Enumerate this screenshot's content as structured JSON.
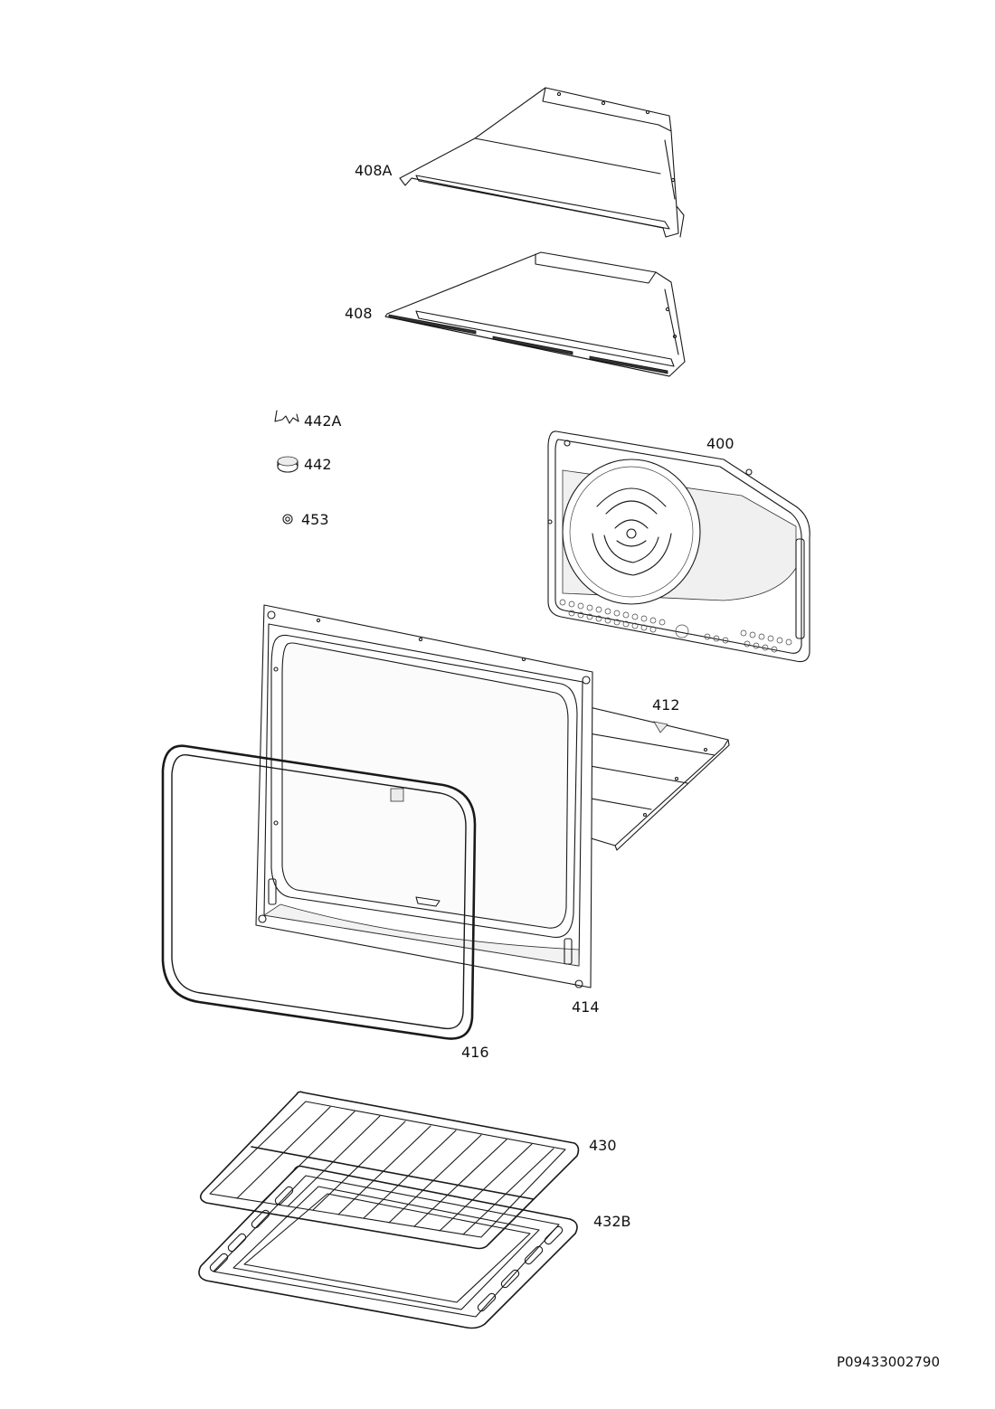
{
  "labels": {
    "p408a": "408A",
    "p408": "408",
    "p442a": "442A",
    "p442": "442",
    "p453": "453",
    "p400": "400",
    "p412": "412",
    "p414": "414",
    "p416": "416",
    "p430": "430",
    "p432b": "432B"
  },
  "drawing_ref": "P09433002790"
}
